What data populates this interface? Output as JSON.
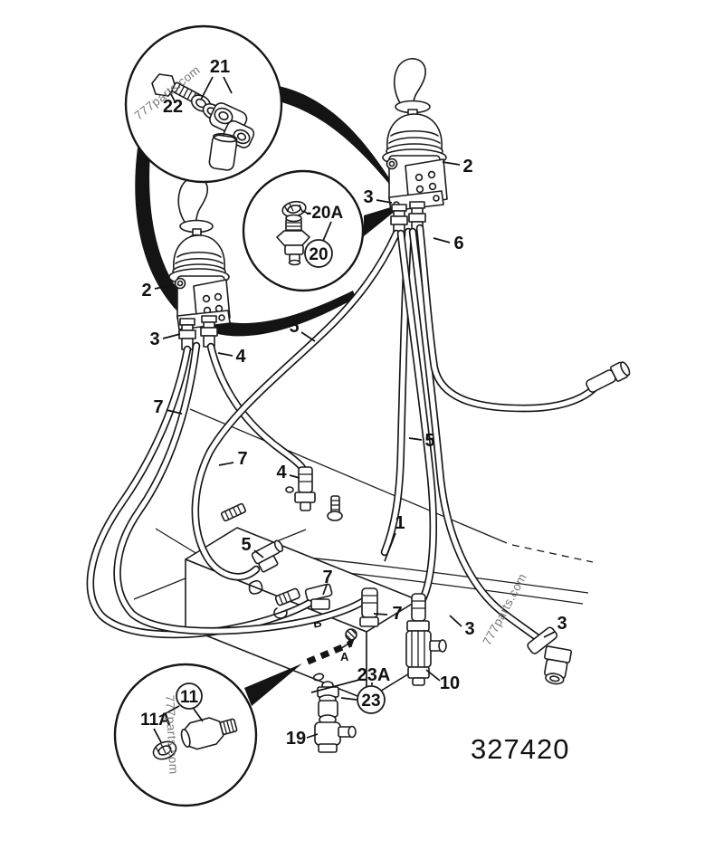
{
  "diagram": {
    "background": "#ffffff",
    "line_color": "#1b1b1b",
    "watermark": {
      "text": "777parts.com",
      "color": "#6a6a6a"
    },
    "part_number": "327420",
    "callouts": {
      "c21": "21",
      "c22": "22",
      "c20a": "-20A",
      "c20": "20",
      "c2_left": "2",
      "c3_left": "3",
      "c2_right": "2",
      "c3_right": "3",
      "c4_upper": "4",
      "c4_lower": "4",
      "c5_upper": "5",
      "c5_right": "5",
      "c5_block": "5",
      "c6": "6",
      "c7_outer": "7",
      "c7_inner": "7",
      "c7_block_top": "7",
      "c7_block_right": "7",
      "c1_frame": "1",
      "c23a": "23A",
      "c23": "23",
      "c19": "19",
      "c10": "10",
      "c3_hose_left": "3",
      "c3_hose_right": "3",
      "c11": "11",
      "c11a": "11A",
      "port_a": "A",
      "port_b": "B"
    }
  }
}
